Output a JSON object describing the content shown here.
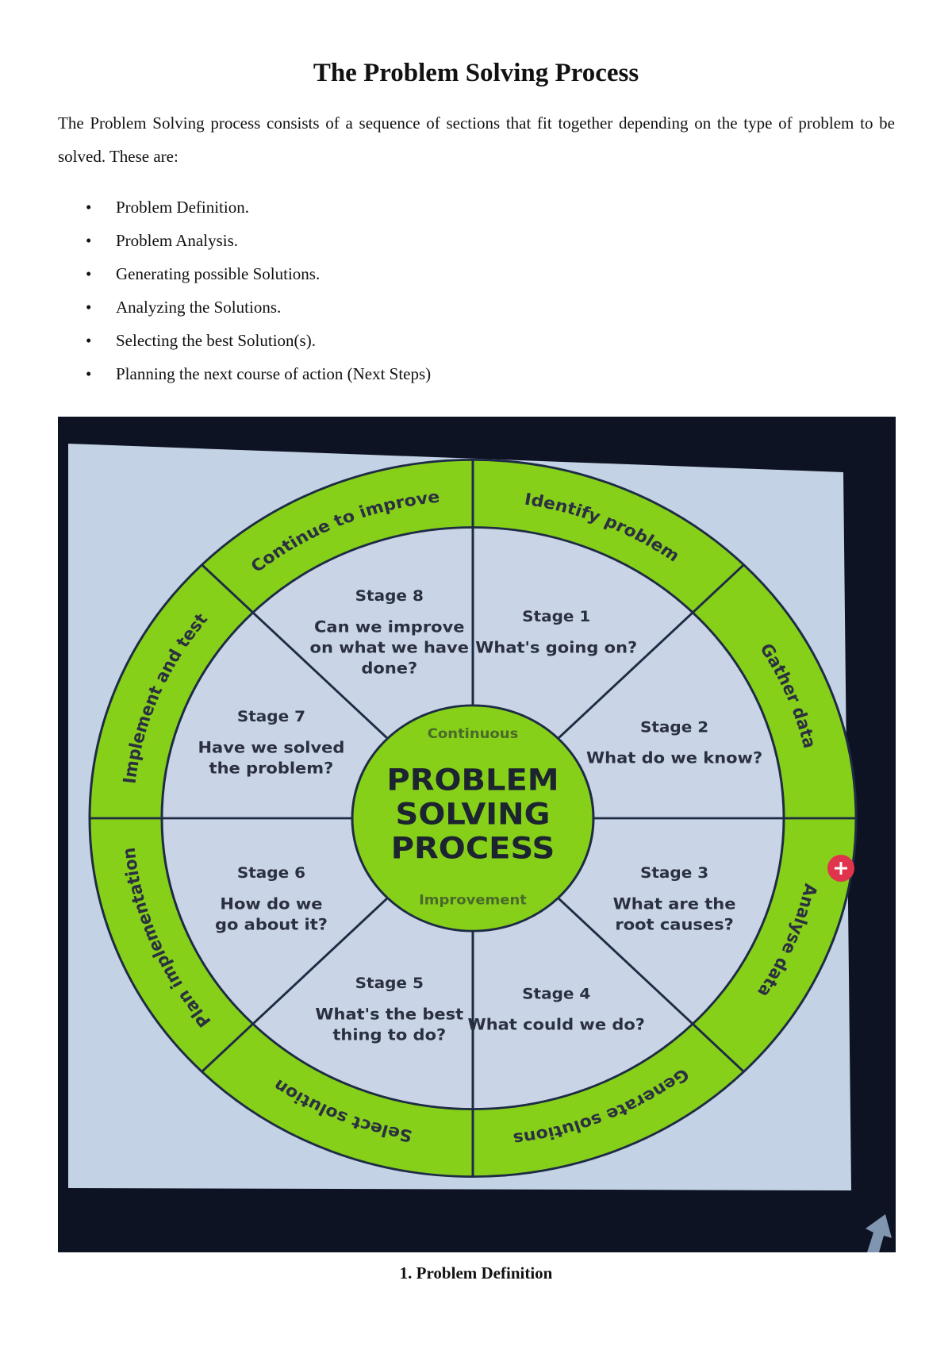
{
  "title": "The Problem Solving Process",
  "intro": "The Problem Solving process consists of a sequence of sections that fit together depending on the type of problem to be solved. These are:",
  "bullets": [
    "Problem Definition.",
    "Problem Analysis.",
    "Generating possible Solutions.",
    "Analyzing the Solutions.",
    "Selecting the best Solution(s).",
    "Planning the next course of action (Next Steps)"
  ],
  "diagram": {
    "center_top": "Continuous",
    "center_lines": [
      "PROBLEM",
      "SOLVING",
      "PROCESS"
    ],
    "center_bottom": "Improvement",
    "ring": [
      "Identify problem",
      "Gather data",
      "Analyse data",
      "Generate solutions",
      "Select solution",
      "Plan implementation",
      "Implement and test",
      "Continue to improve"
    ],
    "stages": [
      {
        "label": "Stage 1",
        "question": [
          "What's going on?"
        ]
      },
      {
        "label": "Stage 2",
        "question": [
          "What do we know?"
        ]
      },
      {
        "label": "Stage 3",
        "question": [
          "What are the",
          "root causes?"
        ]
      },
      {
        "label": "Stage 4",
        "question": [
          "What could we do?"
        ]
      },
      {
        "label": "Stage 5",
        "question": [
          "What's the best",
          "thing to do?"
        ]
      },
      {
        "label": "Stage 6",
        "question": [
          "How do we",
          "go about it?"
        ]
      },
      {
        "label": "Stage 7",
        "question": [
          "Have we solved",
          "the problem?"
        ]
      },
      {
        "label": "Stage 8",
        "question": [
          "Can we improve",
          "on what we have",
          "done?"
        ]
      }
    ],
    "colors": {
      "green": "#86d01a",
      "inner": "#c9d5e6",
      "line": "#1e2b44",
      "text": "#2b3040",
      "screen": "#c4d2e6",
      "dark": "#0d1322"
    }
  },
  "caption": "1. Problem Definition"
}
